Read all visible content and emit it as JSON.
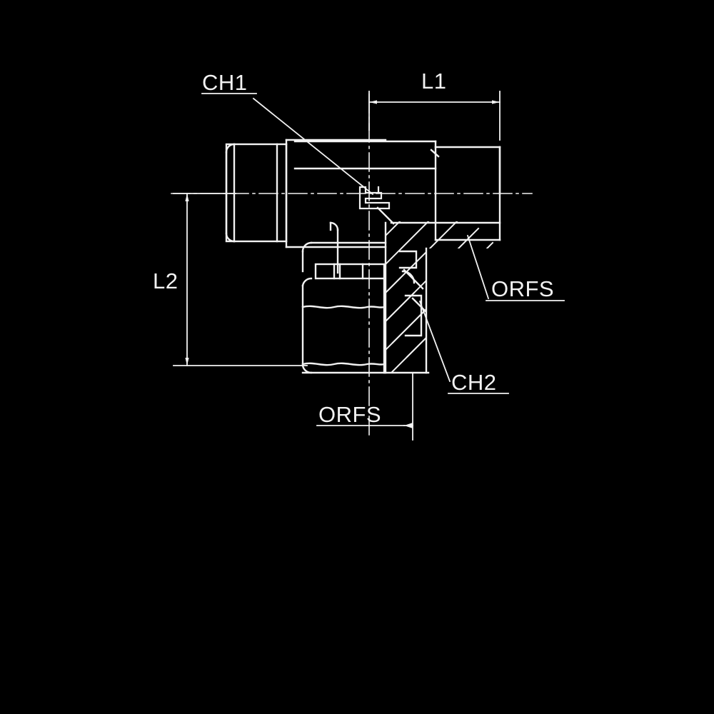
{
  "drawing": {
    "title": "ORFS 90 degree elbow adapter fitting cross-section",
    "background_color": "#000000",
    "line_color": "#f2f2f2",
    "labels": {
      "ch1": "CH1",
      "ch2": "CH2",
      "l1": "L1",
      "l2": "L2",
      "orfs_right": "ORFS",
      "orfs_bottom": "ORFS"
    },
    "callouts": [
      {
        "name": "CH1",
        "text": "CH1",
        "kind": "leader",
        "underline": true
      },
      {
        "name": "CH2",
        "text": "CH2",
        "kind": "leader",
        "underline": true
      },
      {
        "name": "L1",
        "text": "L1",
        "kind": "dimension",
        "orientation": "horizontal"
      },
      {
        "name": "L2",
        "text": "L2",
        "kind": "dimension",
        "orientation": "vertical"
      },
      {
        "name": "ORFS-right",
        "text": "ORFS",
        "kind": "leader",
        "underline": true
      },
      {
        "name": "ORFS-bottom",
        "text": "ORFS",
        "kind": "leader",
        "underline": true
      }
    ]
  }
}
